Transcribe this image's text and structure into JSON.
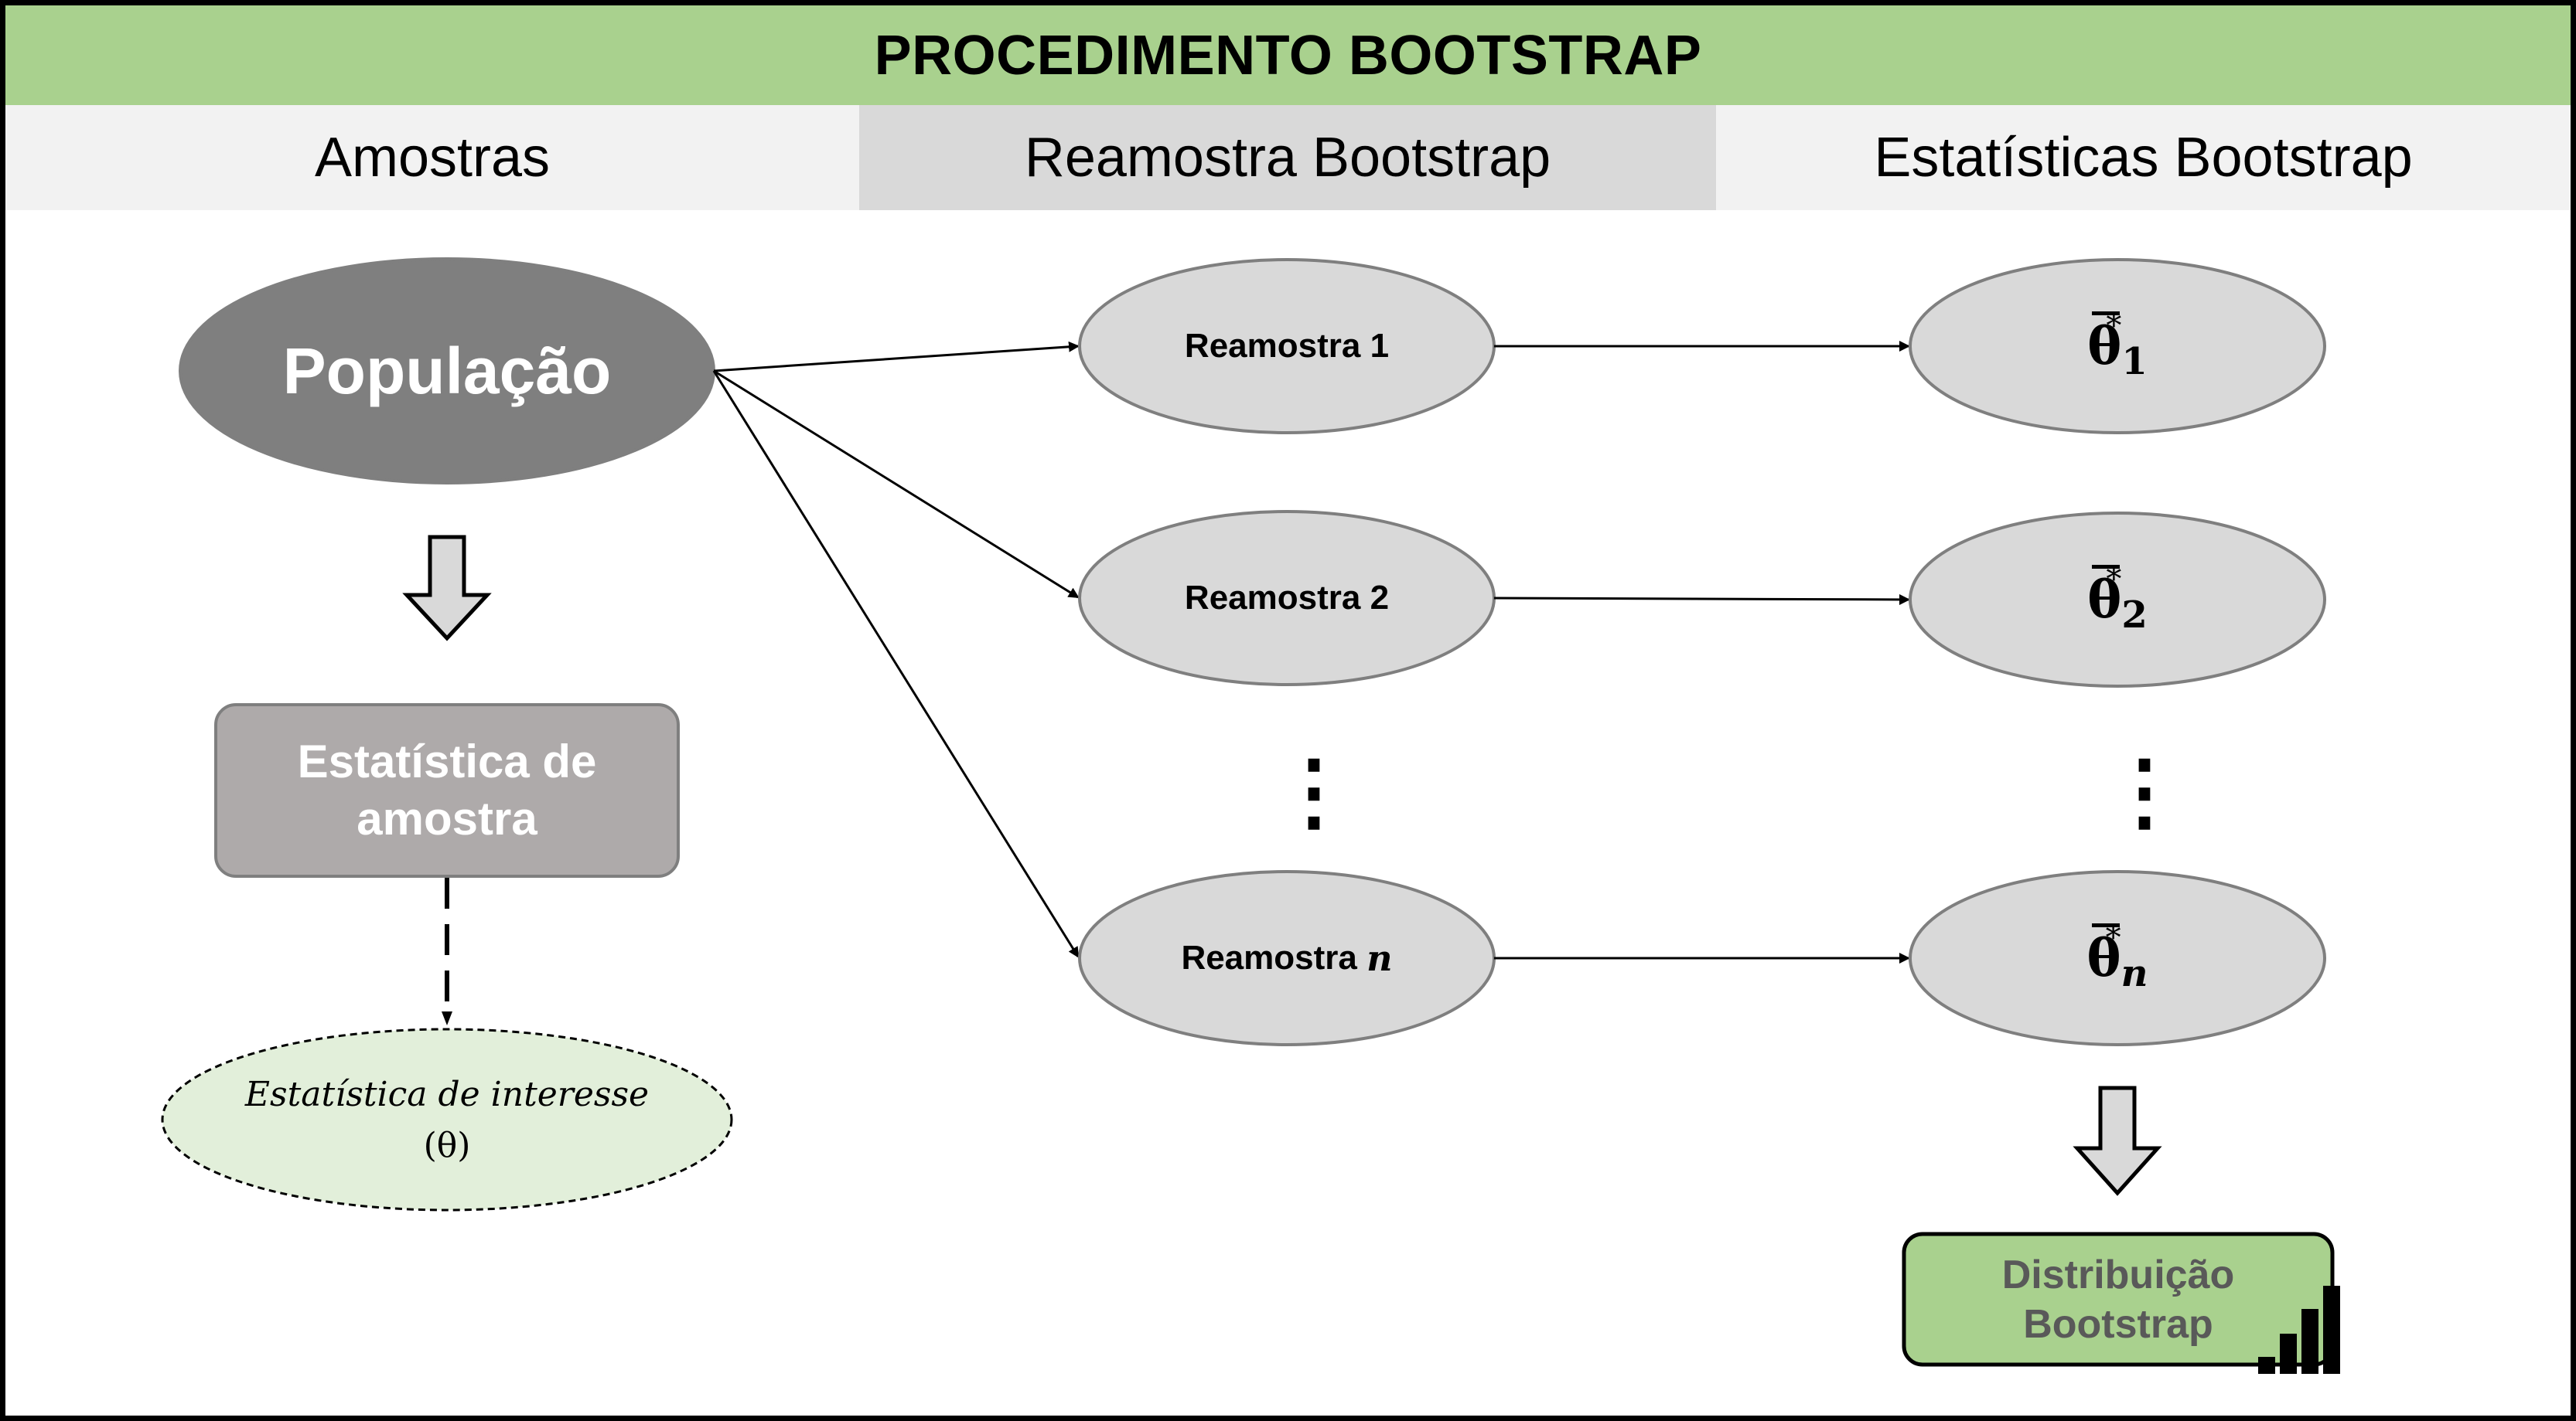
{
  "title": "PROCEDIMENTO BOOTSTRAP",
  "columns": [
    "Amostras",
    "Reamostra Bootstrap",
    "Estatísticas Bootstrap"
  ],
  "population": "População",
  "sample_statistic": [
    "Estatística de",
    "amostra"
  ],
  "interest_statistic": [
    "Estatística de interesse",
    "(θ)"
  ],
  "resamples": [
    {
      "label": "Reamostra",
      "index": "1"
    },
    {
      "label": "Reamostra",
      "index": "2"
    },
    {
      "label": "Reamostra",
      "index": "n"
    }
  ],
  "bootstrap_statistics": [
    {
      "symbol": "θ",
      "sub": "1",
      "sup": "*"
    },
    {
      "symbol": "θ",
      "sub": "2",
      "sup": "*"
    },
    {
      "symbol": "θ",
      "sub": "n",
      "sup": "*"
    }
  ],
  "ellipsis": "⋮",
  "distribution": [
    "Distribuição",
    "Bootstrap"
  ],
  "colors": {
    "title_bg": "#a9d18e",
    "population_fill": "#7f7f7f",
    "sample_stat_fill": "#aeaaaa",
    "node_fill": "#d9d9d9",
    "interest_fill": "#e2efda",
    "distribution_fill": "#a9d18e"
  }
}
